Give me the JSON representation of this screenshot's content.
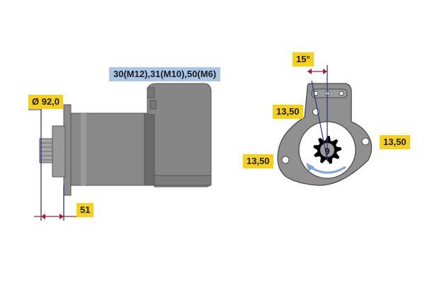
{
  "left_view": {
    "terminals_label": "30(M12),31(M10),50(M6)",
    "diameter_label": "Ø 92,0",
    "length_label": "51"
  },
  "right_view": {
    "angle_label": "15°",
    "hole_label_upper_left": "13,50",
    "hole_label_right": "13,50",
    "hole_label_lower_left": "13,50",
    "pinion_teeth": "9"
  },
  "colors": {
    "label_yellow": "#f7d117",
    "label_blue": "#a9c6e8",
    "body_gray": "#8a8a8a",
    "dimension_red": "#b0192c",
    "axis_blue": "#2b2f8f",
    "rotation_arrow": "#7aa6d8"
  }
}
